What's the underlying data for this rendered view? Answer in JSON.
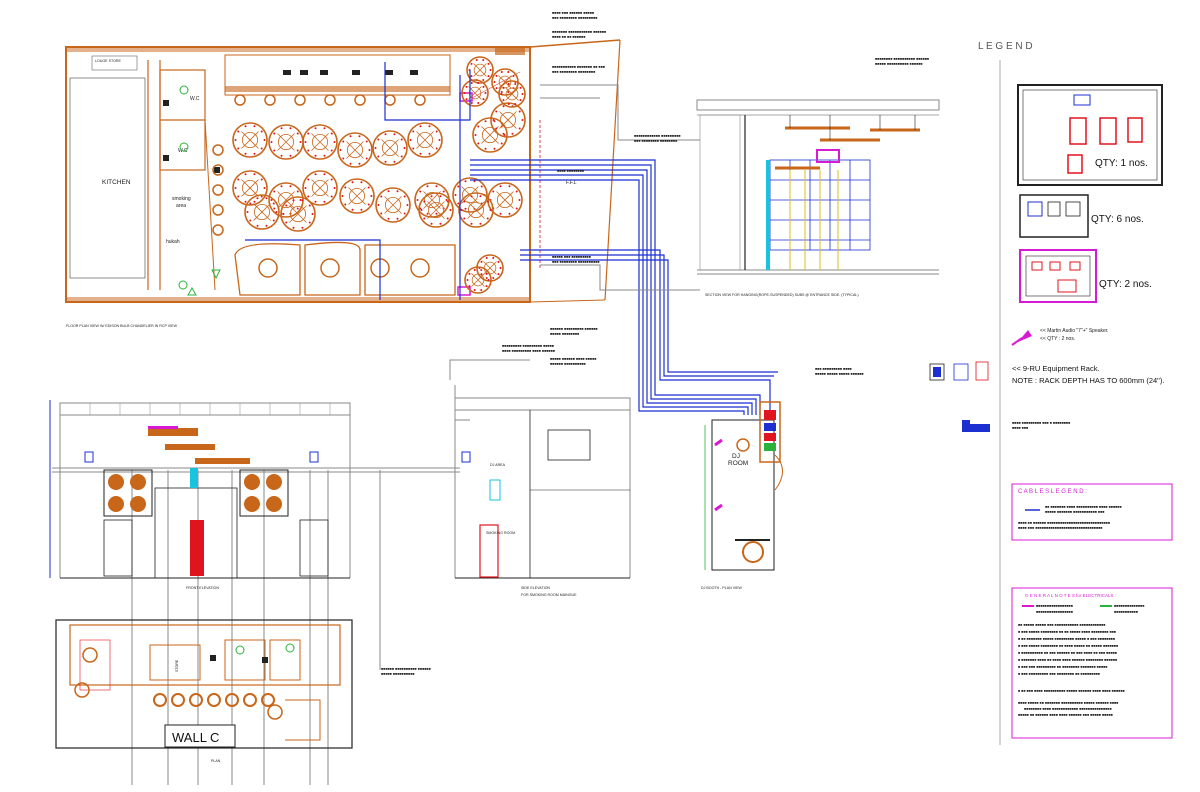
{
  "legend": {
    "title": "L E G E N D",
    "qty_1": "QTY: 1 nos.",
    "qty_6": "QTY: 6 nos.",
    "qty_2": "QTY: 2 nos.",
    "speaker_note_1": "<< Martin Audio \"7\"+\" Speaker.",
    "speaker_note_2": "<< QTY : 2 nos.",
    "rack_note": "<< 9-RU Equipment Rack.",
    "rack_depth_note": "NOTE : RACK DEPTH HAS TO 600mm (24\").",
    "cables_legend_title": "C A B L E S   L E G E N D :",
    "general_notes_title": "G E N E R A L   N O T E S  for ELECTRICALS :"
  },
  "floor_plan": {
    "caption": "FLOOR PLAN VIEW W/ EDISON BULB CHANDELIER IN RCP VIEW",
    "kitchen": "KITCHEN",
    "wc_1": "W.C",
    "wc_2": "W.C",
    "smoking": "smoking",
    "area": "area",
    "hukah": "hukah",
    "ffl": "F.F.L",
    "lounge": "LOUGE STORE"
  },
  "section_view": {
    "caption": "SECTION VIEW FOR HANGING(ROPE-SUSPENDED) SUBS @ ENTRANCE SIDE. (TYPICAL)"
  },
  "front_elevation": {
    "caption": "FRONT ELEVATION"
  },
  "side_elevation": {
    "caption_1": "SIDE ELEVATION",
    "caption_2": "FOR SMOKING ROOM MAINGUE",
    "dj_area": "DJ AREA",
    "smoking_room": "SMOKING ROOM"
  },
  "dj_booth": {
    "caption": "DJ BOOTH - PLAN VIEW",
    "room_1": "DJ",
    "room_2": "ROOM"
  },
  "wall_c": {
    "title": "WALL C",
    "caption": "PLAN",
    "store": "STORE"
  },
  "colors": {
    "orange": "#c8661a",
    "blue": "#1c2fd1",
    "magenta": "#d81bd3",
    "red": "#e0141e",
    "cyan": "#19c3dd",
    "grey": "#8a8a8a",
    "green": "#2ab33a",
    "yellow": "#d9c21a"
  }
}
